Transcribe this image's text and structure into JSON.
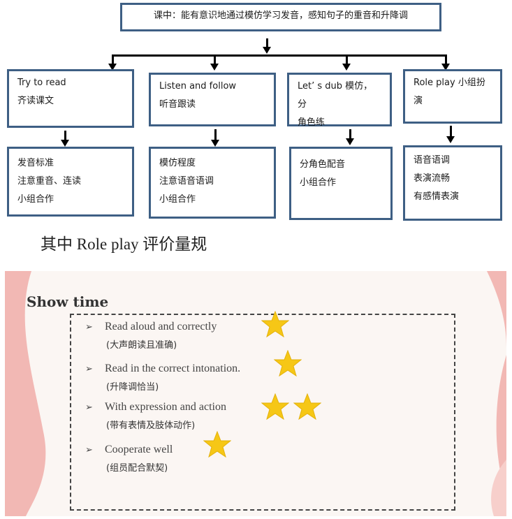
{
  "diagram": {
    "top": "课中：能有意识地通过模仿学习发音，感知句子的重音和升降调",
    "activities": [
      {
        "en": "Try to read",
        "zh": "齐读课文"
      },
      {
        "en": "Listen and follow",
        "zh": "听音跟读"
      },
      {
        "en": "Let’ s dub",
        "zh_inline": "模仿，分",
        "zh": "角色练"
      },
      {
        "en": "Role play",
        "zh_inline": "小组扮",
        "zh": "演"
      }
    ],
    "goals": [
      [
        "发音标准",
        "注意重音、连读",
        "小组合作"
      ],
      [
        "模仿程度",
        "注意语音语调",
        "小组合作"
      ],
      [
        "分角色配音",
        "小组合作"
      ],
      [
        "语音语调",
        "表演流畅",
        "有感情表演"
      ]
    ]
  },
  "caption": "其中 Role play 评价量规",
  "slide": {
    "title": "Show time",
    "bullet_icon": "arrow-bullet-icon",
    "colors": {
      "background": "#fbf6f3",
      "wave": "#f2b8b4",
      "star": "#f6c716"
    },
    "criteria": [
      {
        "en": "Read aloud and correctly",
        "zh": "(大声朗读且准确)",
        "stars": 1
      },
      {
        "en": "Read in the correct intonation.",
        "zh": "(升降调恰当)",
        "stars": 1
      },
      {
        "en": "With expression and action",
        "zh": "(带有表情及肢体动作)",
        "stars": 2
      },
      {
        "en": "Cooperate well",
        "zh": "(组员配合默契)",
        "stars": 1
      }
    ]
  }
}
